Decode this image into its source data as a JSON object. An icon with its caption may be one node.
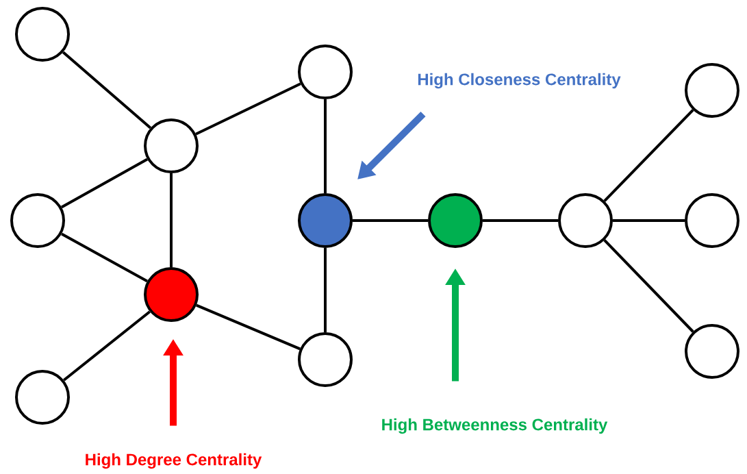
{
  "diagram": {
    "nodes": [
      {
        "text": [],
        "shape": "circle"
      },
      {
        "text": [],
        "shape": "circle"
      },
      {
        "text": [],
        "shape": "circle"
      },
      {
        "text": [],
        "shape": "circle"
      },
      {
        "text": [],
        "shape": "circle"
      },
      {
        "text": [],
        "shape": "circle"
      },
      {
        "text": [],
        "shape": "circle"
      },
      {
        "text": [],
        "shape": "circle"
      },
      {
        "text": [],
        "shape": "circle"
      },
      {
        "text": [],
        "shape": "circle"
      },
      {
        "text": [],
        "shape": "circle"
      },
      {
        "text": [],
        "shape": "circle"
      },
      {
        "text": [],
        "shape": "circle"
      },
      {
        "text": [
          "High Closeness Centrality"
        ]
      },
      {
        "text": [
          "High Betweenness Centrality"
        ]
      },
      {
        "text": [
          "High Degree Centrality"
        ]
      }
    ],
    "edges": [
      {
        "from": 0,
        "to": 1,
        "arrow": "none"
      },
      {
        "from": 1,
        "to": 2,
        "arrow": "none"
      },
      {
        "from": 1,
        "to": 3,
        "arrow": "none"
      },
      {
        "from": 1,
        "to": 6,
        "arrow": "none"
      },
      {
        "from": 3,
        "to": 6,
        "arrow": "none"
      },
      {
        "from": 2,
        "to": 4,
        "arrow": "none"
      },
      {
        "from": 4,
        "to": 5,
        "arrow": "none"
      },
      {
        "from": 4,
        "to": 11,
        "arrow": "none"
      },
      {
        "from": 6,
        "to": 11,
        "arrow": "none"
      },
      {
        "from": 6,
        "to": 10,
        "arrow": "none"
      },
      {
        "from": 5,
        "to": 7,
        "arrow": "none"
      },
      {
        "from": 7,
        "to": 8,
        "arrow": "none"
      },
      {
        "from": 7,
        "to": 9,
        "arrow": "none"
      },
      {
        "from": 7,
        "to": 12,
        "arrow": "none"
      },
      {
        "from": 13,
        "to": 4,
        "arrow": "to",
        "style": "thick",
        "color": "#4472c4"
      },
      {
        "from": 14,
        "to": 5,
        "arrow": "to",
        "style": "thick",
        "color": "#00b050"
      },
      {
        "from": 15,
        "to": 6,
        "arrow": "to",
        "style": "thick",
        "color": "#ff0000"
      }
    ]
  }
}
